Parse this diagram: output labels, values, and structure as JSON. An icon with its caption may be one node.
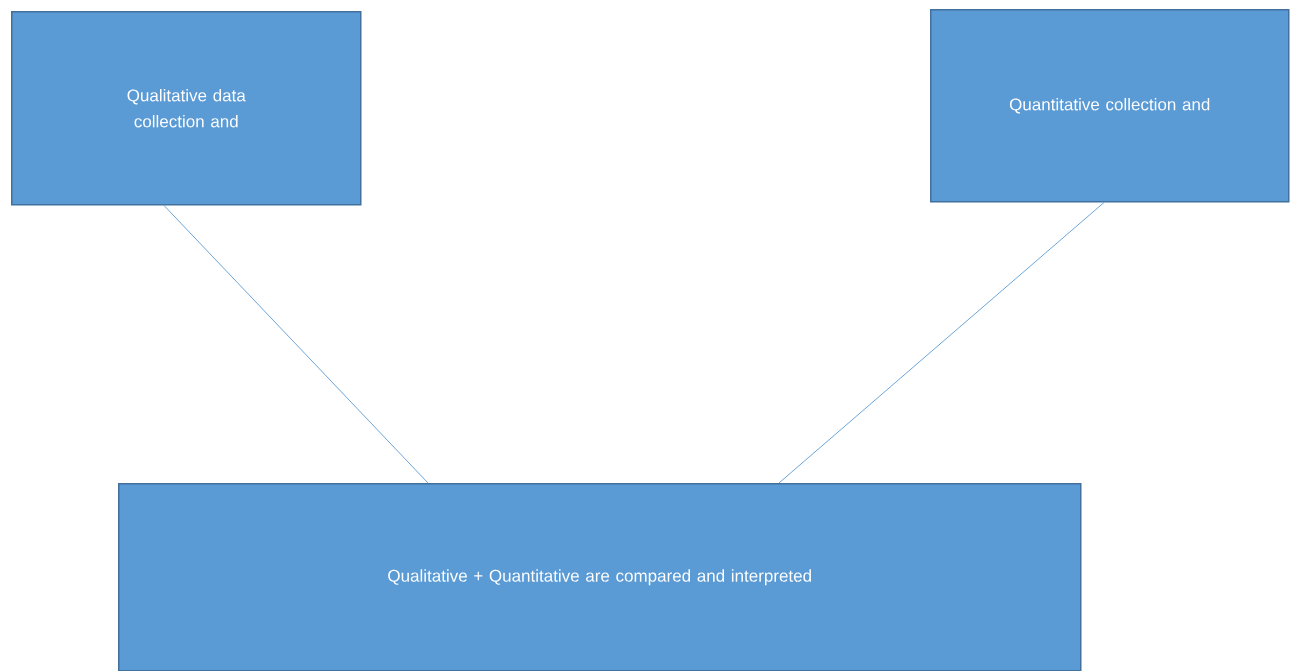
{
  "diagram": {
    "nodes": [
      {
        "text": [
          "Qualitative data collection and"
        ]
      },
      {
        "text": [
          "Quantitative collection and"
        ]
      },
      {
        "text": [
          "Qualitative + Quantitative are compared and interpreted"
        ]
      }
    ],
    "edges": [
      {
        "from": 0,
        "to": 2,
        "arrow": "none"
      },
      {
        "from": 1,
        "to": 2,
        "arrow": "none"
      }
    ]
  }
}
